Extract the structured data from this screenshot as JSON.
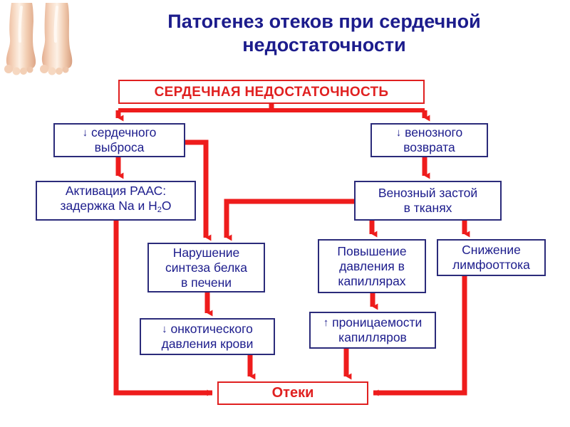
{
  "page": {
    "title": "Патогенез отеков при сердечной недостаточности",
    "title_line1": "Патогенез отеков при сердечной",
    "title_line2": "недостаточности"
  },
  "illustration": {
    "name": "swollen-legs-photo",
    "description": "Отечные голени и стопы"
  },
  "colors": {
    "title_navy": "#1c1c8c",
    "box_border_navy": "#2b2b7a",
    "accent_red": "#e02020",
    "arrow_red": "#ee1c1c",
    "background": "#ffffff"
  },
  "nodes": {
    "heart_failure": {
      "label": "СЕРДЕЧНАЯ НЕДОСТАТОЧНОСТЬ",
      "style": "red"
    },
    "cardiac_output": {
      "arrow": "↓",
      "line1": "сердечного",
      "line2": "выброса",
      "style": "navy"
    },
    "venous_return": {
      "arrow": "↓",
      "line1": "венозного",
      "line2": "возврата",
      "style": "navy"
    },
    "raas": {
      "line1": "Активация РААС:",
      "line2_a": "задержка Na и H",
      "line2_sub": "2",
      "line2_b": "O",
      "style": "navy"
    },
    "venous_stasis": {
      "line1": "Венозный застой",
      "line2": "в тканях",
      "style": "navy"
    },
    "liver_protein": {
      "line1": "Нарушение",
      "line2": "синтеза белка",
      "line3": "в печени",
      "style": "navy"
    },
    "capillary_pressure": {
      "line1": "Повышение",
      "line2": "давления в",
      "line3": "капиллярах",
      "style": "navy"
    },
    "lymph_drainage": {
      "line1": "Снижение",
      "line2": "лимфооттока",
      "style": "navy"
    },
    "oncotic_pressure": {
      "arrow": "↓",
      "line1": "онкотического",
      "line2": "давления крови",
      "style": "navy"
    },
    "permeability": {
      "arrow": "↑",
      "line1": "проницаемости",
      "line2": "капилляров",
      "style": "navy"
    },
    "edema": {
      "label": "Отеки",
      "style": "red"
    }
  },
  "edges": [
    {
      "from": "heart_failure",
      "to": "cardiac_output"
    },
    {
      "from": "heart_failure",
      "to": "venous_return"
    },
    {
      "from": "cardiac_output",
      "to": "raas"
    },
    {
      "from": "cardiac_output",
      "to": "liver_protein"
    },
    {
      "from": "venous_return",
      "to": "venous_stasis"
    },
    {
      "from": "venous_stasis",
      "to": "liver_protein"
    },
    {
      "from": "venous_stasis",
      "to": "capillary_pressure"
    },
    {
      "from": "venous_stasis",
      "to": "lymph_drainage"
    },
    {
      "from": "liver_protein",
      "to": "oncotic_pressure"
    },
    {
      "from": "capillary_pressure",
      "to": "permeability"
    },
    {
      "from": "raas",
      "to": "edema"
    },
    {
      "from": "oncotic_pressure",
      "to": "edema"
    },
    {
      "from": "permeability",
      "to": "edema"
    },
    {
      "from": "lymph_drainage",
      "to": "edema"
    }
  ]
}
